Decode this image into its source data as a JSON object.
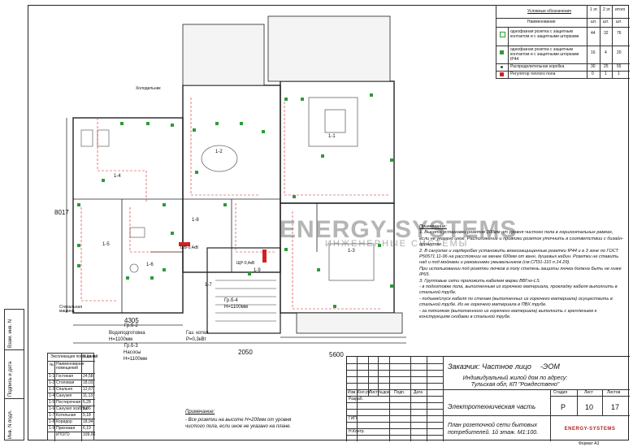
{
  "legend": {
    "title": "Условные обозначения",
    "name_header": "Наименование",
    "unit": "шт.",
    "col_labels": [
      "1 эт.",
      "2 эт.",
      "итого"
    ],
    "rows": [
      {
        "name": "однофазная розетка с защитным контактом и с защитными шторками",
        "v1": "44",
        "v2": "32",
        "total": "76",
        "color": "#2f9a3a"
      },
      {
        "name": "однофазная розетка с защитным контактом и с защитными шторками IP44",
        "v1": "16",
        "v2": "4",
        "total": "20",
        "color": "#2f9a3a"
      },
      {
        "name": "Распределительная коробка",
        "v1": "30",
        "v2": "25",
        "total": "55",
        "color": "#444444"
      },
      {
        "name": "Регулятор теплого пола",
        "v1": "0",
        "v2": "1",
        "total": "1",
        "color": "#d42020"
      }
    ]
  },
  "plan": {
    "rooms": [
      "1-1",
      "1-2",
      "1-3",
      "1-4",
      "1-5",
      "1-6",
      "1-7",
      "1-8",
      "1-9"
    ],
    "dims": {
      "height": "8017",
      "w1": "4305",
      "w2": "2050",
      "w3": "5600"
    },
    "labels": {
      "fridge": "Холодильник",
      "washer": "Стиральная машина",
      "water_heater": "Водоподготовка\nН=1100мм",
      "pumps": "Насосы\nН=1100мм",
      "gas_boiler": "Газ. котел\nР=0,3кВт",
      "gr6_2": "Гр.б-2",
      "gr6_3": "Гр.б-3",
      "gr6_4": "Гр.б-4\nН=1100мм",
      "shr": "ЩР-0,4кВ",
      "shv": "ШВ-0,4кВ"
    }
  },
  "notes": {
    "heading": "Примечание:",
    "lines": [
      "1. Высота установки розеток 300мм от уровня чистого пола в горизонтальных рамках, если не указано иное. Расположение и привязки розеток уточнить в соответствии с дизайн-проектом.",
      "2. В санузлах и гардеробах установить влагозащищенные розетки IP44 и в 3 зоне по ГОСТ Р50571.11-96 на расстоянии не менее 600мм от ванн, душевых кабин. Розетки не ставить над и под мойками и раковинами умывальников (см.СП31-110 п.14.29).",
      "При использовании под розетки лючков в полу степень защиты лючка должна быть не ниже IP65.",
      "3. Групповые сети проложить кабелем марки ВВГнг-LS",
      "- в подготовке пола, выполненным из горючего материала, прокладку кабеля выполнить в стальной трубе.",
      "- подъем/спуск кабеля по стенам (выполненных из горючего материала) осуществить в стальной трубе. Из не горючего материала в ПВХ трубе.",
      "- за потолком (выполненного из горючего материала) выполнить с креплением к конструкциям скобами в стальной трубе."
    ]
  },
  "note_bottom": {
    "heading": "Примечание:",
    "text": "- Все розетки на высоте Н=200мм от уровня чистого пола, если иное не указано на плане."
  },
  "explication": {
    "title": "Экспликация помещений",
    "header_num": "№",
    "header_name": "Наименование помещений",
    "header_area": "S,Кв.м.",
    "rows": [
      {
        "num": "1-1",
        "name": "Гостиная",
        "area": "24,58"
      },
      {
        "num": "1-2",
        "name": "Столовая",
        "area": "18,03"
      },
      {
        "num": "1-3",
        "name": "Спальня",
        "area": "12,67"
      },
      {
        "num": "1-4",
        "name": "Санузел",
        "area": "11,13"
      },
      {
        "num": "1-5",
        "name": "Постирочная",
        "area": "6,28"
      },
      {
        "num": "1-6",
        "name": "Санузел хозблок",
        "area": "5,06"
      },
      {
        "num": "1-7",
        "name": "Котельная",
        "area": "5,18"
      },
      {
        "num": "1-8",
        "name": "Коридор",
        "area": "18,94"
      },
      {
        "num": "1-9",
        "name": "Прихожая",
        "area": "6,19"
      },
      {
        "num": "",
        "name": "ИТОГО",
        "area": "109,06"
      }
    ]
  },
  "title_block": {
    "customer": "Заказчик: Частное лицо",
    "code": "-ЭОМ",
    "project": "Индивидуальный жилой дом по адресу: Тульская обл, КП \"Рождествено\"",
    "section": "Электротехническая часть",
    "sheet_title": "План розеточной сети бытовых потребителей. 1й этаж. М1:100.",
    "stage_label": "Стадия",
    "stage": "Р",
    "sheet_label": "Лист",
    "sheet": "10",
    "sheets_label": "Листов",
    "sheets": "17",
    "format": "Формат А3",
    "cols": [
      "Изм.",
      "Кол.уч",
      "Лист",
      "№док",
      "Подп.",
      "Дата"
    ],
    "roles": [
      "Разраб.",
      "ГИП",
      "Н.Контр."
    ],
    "company_logo": "ENERGY-SYSTEMS"
  },
  "side_stamps": [
    "Взам. инв. N",
    "Подпись и дата",
    "Инв. N подл."
  ],
  "watermark": {
    "main": "ENERGY-SYSTEMS",
    "sub": "ИНЖЕНЕРНЫЕ СИСТЕМЫ"
  }
}
